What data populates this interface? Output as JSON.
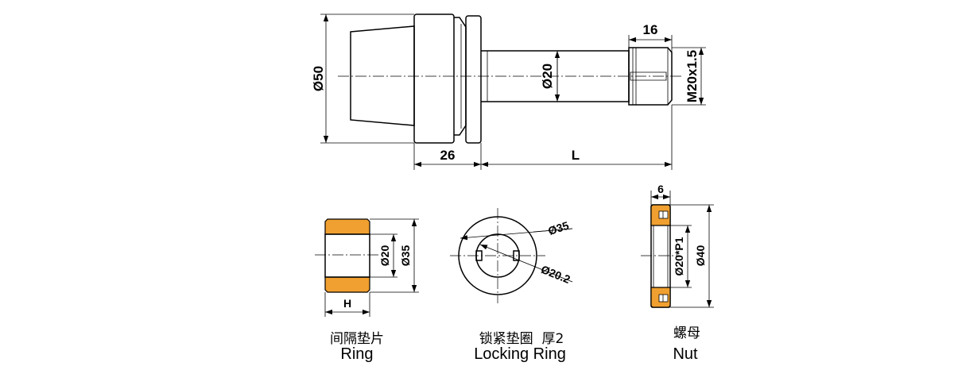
{
  "colors": {
    "accent": "#F0A030",
    "line": "#000000"
  },
  "holder": {
    "dims": {
      "overall_dia": "Ø50",
      "shank_dia": "Ø20",
      "thread": "M20x1.5",
      "thread_len": "16",
      "flange_len": "26",
      "length": "L"
    }
  },
  "ring": {
    "dims": {
      "inner": "Ø20",
      "outer": "Ø35",
      "height": "H"
    },
    "caption_cn": "间隔垫片",
    "caption_en": "Ring"
  },
  "locking_ring": {
    "dims": {
      "outer": "Ø35",
      "inner": "Ø20.2"
    },
    "caption_cn": "锁紧垫圈  厚2",
    "caption_en": "Locking Ring"
  },
  "nut": {
    "dims": {
      "width": "6",
      "thread": "Ø20*P1",
      "outer": "Ø40"
    },
    "caption_cn": "螺母",
    "caption_en": "Nut"
  }
}
